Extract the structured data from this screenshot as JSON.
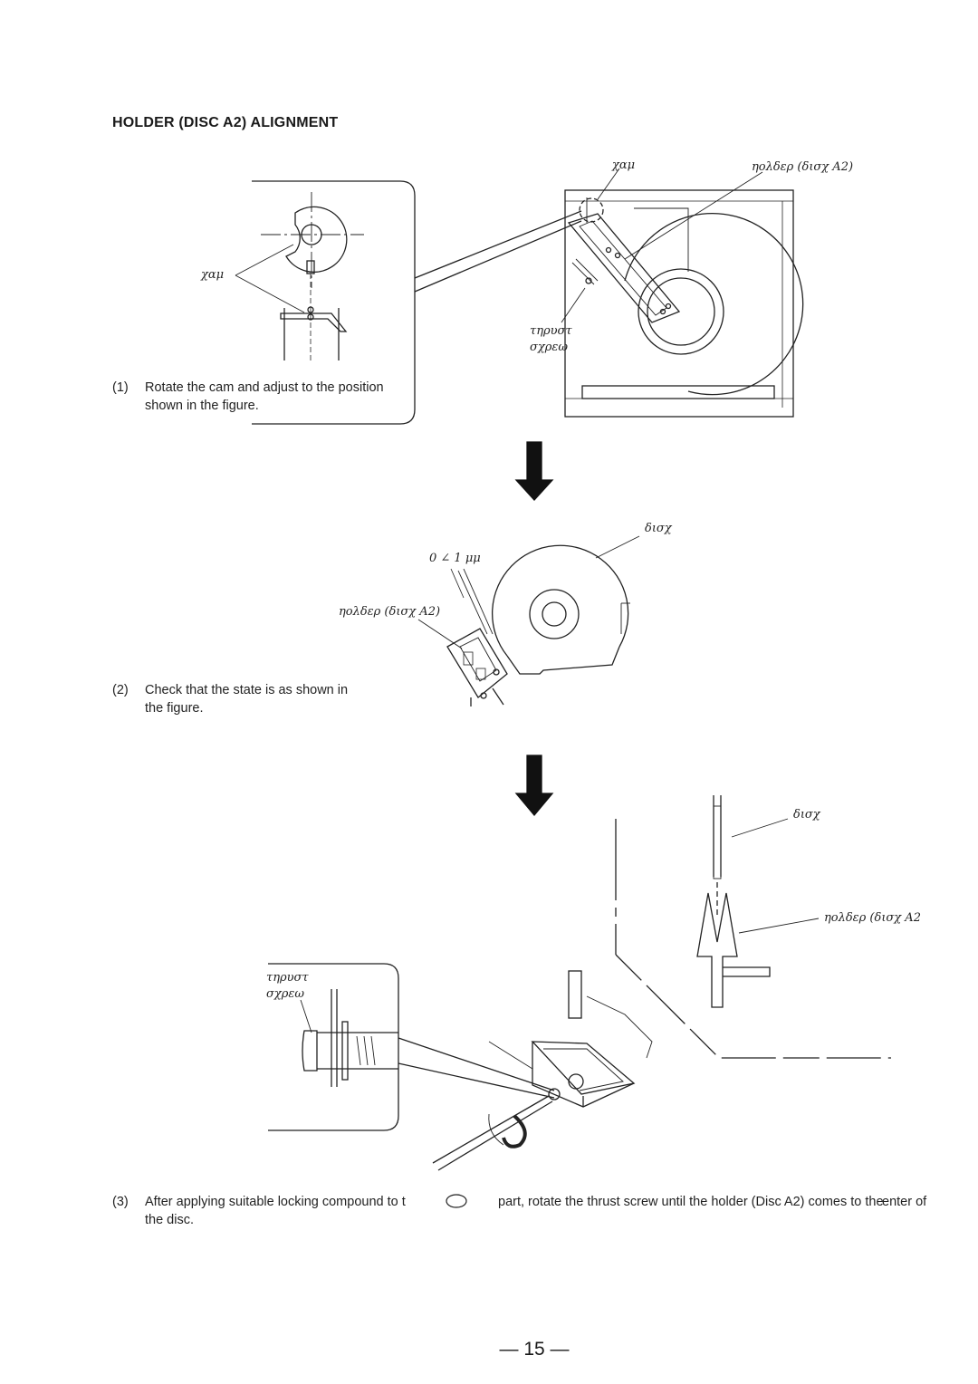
{
  "title": "HOLDER (DISC  A2)  ALIGNMENT",
  "labels": {
    "cam_top": "χαμ",
    "holder_top": "ηολδερ (δισχ A2)",
    "cam_inset": "χαμ",
    "thrust_top_1": "τηρυστ",
    "thrust_top_2": "σχρεω",
    "disc_mid": "δισχ",
    "gap_mid": "0 ∠ 1 μμ",
    "holder_mid": "ηολδερ (δισχ A2)",
    "disc_bottom": "δισχ",
    "holder_bottom": "ηολδερ (δισχ A2",
    "thrust_bottom_1": "τηρυστ",
    "thrust_bottom_2": "σχρεω"
  },
  "steps": {
    "step1_num": "(1)",
    "step1_line1": "Rotate the cam and adjust to the position",
    "step1_line2": "shown in the figure.",
    "step2_num": "(2)",
    "step2_line1": "Check that the state is as shown in",
    "step2_line2": "the figure.",
    "step3_num": "(3)",
    "step3_line1a": "After applying suitable locking compound to t",
    "step3_line1b": "part, rotate the thrust screw until the holder (Disc A2) comes to the",
    "step3_line1c": "enter of",
    "step3_line2": "the disc."
  },
  "page_number": "— 15 —"
}
